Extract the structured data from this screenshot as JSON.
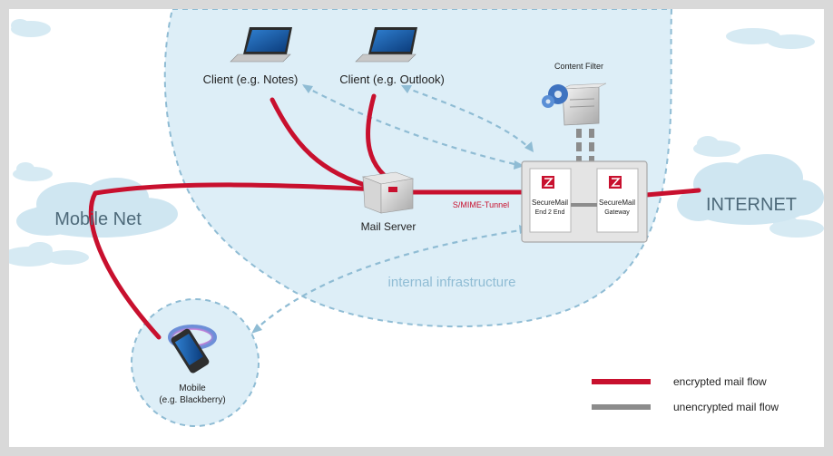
{
  "labels": {
    "client_notes": "Client (e.g. Notes)",
    "client_outlook": "Client (e.g. Outlook)",
    "content_filter": "Content Filter",
    "mail_server": "Mail Server",
    "tunnel": "S/MIME-Tunnel",
    "securemail_e2e_line1": "SecureMail",
    "securemail_e2e_line2": "End 2 End",
    "securemail_gw_line1": "SecureMail",
    "securemail_gw_line2": "Gateway",
    "internet": "INTERNET",
    "mobile_net": "Mobile Net",
    "internal": "internal infrastructure",
    "mobile_line1": "Mobile",
    "mobile_line2": "(e.g. Blackberry)"
  },
  "legend": {
    "encrypted": "encrypted mail flow",
    "unencrypted": "unencrypted mail flow"
  },
  "colors": {
    "encrypted": "#c8102e",
    "unencrypted": "#8c8c8c",
    "zone_fill": "#ddeef7",
    "dashed": "#8fbcd4",
    "cloud": "#cfe6f1"
  }
}
